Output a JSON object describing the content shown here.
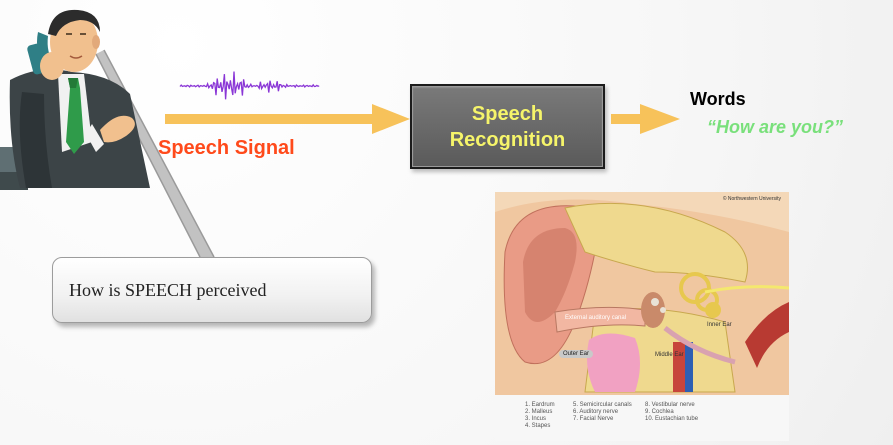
{
  "speech_signal_label": "Speech Signal",
  "speech_recognition_label": "Speech Recognition",
  "words_label": "Words",
  "output_quote": "“How are you?”",
  "callout_text": "How is SPEECH perceived",
  "ear_figure": {
    "copyright": "© Northwestern University",
    "labels": {
      "external_auditory_canal": "External auditory canal",
      "outer_ear": "Outer Ear",
      "middle_ear": "Middle Ear",
      "inner_ear": "Inner Ear"
    },
    "legend": [
      "1. Eardrum",
      "2. Malleus",
      "3. Incus",
      "4. Stapes",
      "5. Semicircular canals",
      "6. Auditory nerve",
      "7. Facial Nerve",
      "8. Vestibular nerve",
      "9. Cochlea",
      "10. Eustachian tube"
    ]
  },
  "colors": {
    "arrow": "#f7c25a",
    "waveform": "#8a36d6",
    "speech_signal": "#ff4a1b",
    "quote": "#79e07b",
    "box_text": "#f6f56a",
    "box_fill": "#6d6d6d"
  }
}
